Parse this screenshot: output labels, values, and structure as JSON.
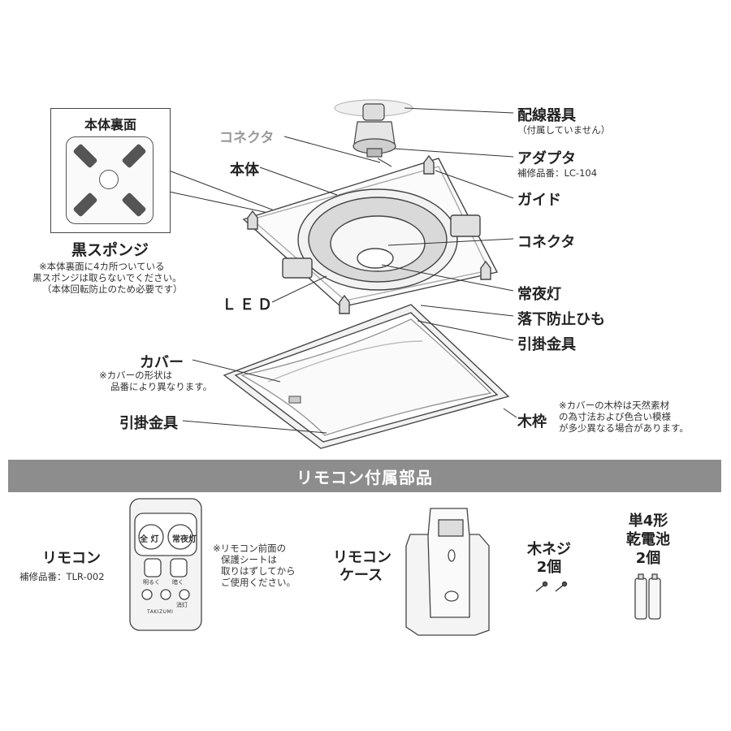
{
  "back_view": {
    "title": "本体裏面",
    "sponge_label": "黒スポンジ",
    "sponge_note": [
      "※本体裏面に4カ所ついている",
      "黒スポンジは取らないでください。",
      "（本体回転防止のため必要です）"
    ]
  },
  "labels": {
    "wiring": "配線器具",
    "wiring_note": "（付属していません）",
    "adapter": "アダプタ",
    "adapter_part": "補修品番：LC-104",
    "connector_top": "コネクタ",
    "body": "本体",
    "guide": "ガイド",
    "connector": "コネクタ",
    "night_light": "常夜灯",
    "fall_cord": "落下防止ひも",
    "hook_right": "引掛金具",
    "led": "ＬＥＤ",
    "cover": "カバー",
    "cover_note": [
      "※カバーの形状は",
      "品番により異なります。"
    ],
    "wood_frame": "木枠",
    "wood_note": [
      "※カバーの木枠は天然素材",
      "の為寸法および色合い模様",
      "が多少異なる場合があります。"
    ],
    "hook_left": "引掛金具"
  },
  "accessories": {
    "banner": "リモコン付属部品",
    "remote": "リモコン",
    "remote_part": "補修品番：TLR-002",
    "remote_note": [
      "※リモコン前面の",
      "保護シートは",
      "取りはずしてから",
      "ご使用ください。"
    ],
    "remote_buttons": {
      "all_light": "全 灯",
      "up_label": "明るく",
      "down_label": "暗く",
      "night": "常夜灯",
      "off": "消灯",
      "brand": "TAKIZUMI"
    },
    "case": [
      "リモコン",
      "ケース"
    ],
    "screws": [
      "木ネジ",
      "2個"
    ],
    "batteries": [
      "単4形",
      "乾電池",
      "2個"
    ]
  }
}
